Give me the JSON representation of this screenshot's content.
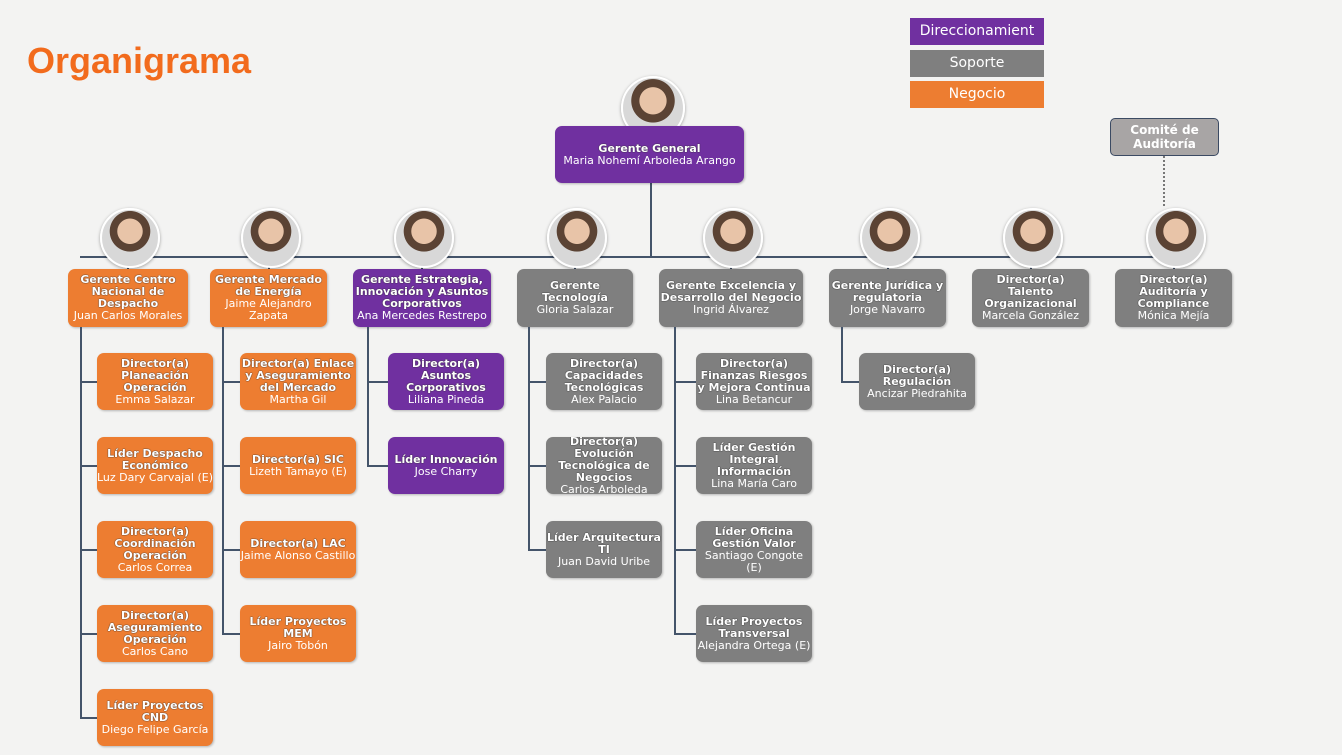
{
  "page_title": "Organigrama",
  "legend": [
    {
      "label": "Direccionamient",
      "color": "#7030a0"
    },
    {
      "label": "Soporte",
      "color": "#7f7f7f"
    },
    {
      "label": "Negocio",
      "color": "#ed7d31"
    }
  ],
  "ceo": {
    "title": "Gerente General",
    "name": "Maria Nohemí Arboleda Arango",
    "type": "p"
  },
  "committee": {
    "title": "Comité de Auditoría"
  },
  "managers": [
    {
      "title": "Gerente Centro Nacional de Despacho",
      "name": "Juan Carlos Morales",
      "type": "o",
      "children": [
        {
          "title": "Director(a) Planeación Operación",
          "name": "Emma Salazar"
        },
        {
          "title": "Líder Despacho Económico",
          "name": "Luz Dary Carvajal (E)"
        },
        {
          "title": "Director(a) Coordinación Operación",
          "name": "Carlos Correa"
        },
        {
          "title": "Director(a) Aseguramiento Operación",
          "name": "Carlos Cano"
        },
        {
          "title": "Líder Proyectos CND",
          "name": "Diego Felipe García"
        }
      ]
    },
    {
      "title": "Gerente Mercado de Energía",
      "name": "Jaime Alejandro Zapata",
      "type": "o",
      "children": [
        {
          "title": "Director(a) Enlace y Aseguramiento del Mercado",
          "name": "Martha Gil"
        },
        {
          "title": "Director(a) SIC",
          "name": "Lizeth Tamayo (E)"
        },
        {
          "title": "Director(a) LAC",
          "name": "Jaime Alonso Castillo"
        },
        {
          "title": "Líder Proyectos MEM",
          "name": "Jairo Tobón"
        }
      ]
    },
    {
      "title": "Gerente Estrategia, Innovación y Asuntos Corporativos",
      "name": "Ana Mercedes Restrepo",
      "type": "p",
      "children": [
        {
          "title": "Director(a) Asuntos Corporativos",
          "name": "Liliana Pineda"
        },
        {
          "title": "Líder Innovación",
          "name": "Jose Charry"
        }
      ]
    },
    {
      "title": "Gerente Tecnología",
      "name": "Gloria Salazar",
      "type": "g",
      "children": [
        {
          "title": "Director(a) Capacidades Tecnológicas",
          "name": "Alex Palacio"
        },
        {
          "title": "Director(a) Evolución Tecnológica de Negocios",
          "name": "Carlos Arboleda"
        },
        {
          "title": "Líder Arquitectura TI",
          "name": "Juan David Uribe"
        }
      ]
    },
    {
      "title": "Gerente Excelencia y Desarrollo del Negocio",
      "name": "Ingrid Álvarez",
      "type": "g",
      "children": [
        {
          "title": "Director(a) Finanzas Riesgos y Mejora Continua",
          "name": "Lina Betancur"
        },
        {
          "title": "Líder Gestión Integral Información",
          "name": "Lina María Caro"
        },
        {
          "title": "Líder Oficina Gestión Valor",
          "name": "Santiago Congote (E)"
        },
        {
          "title": "Líder Proyectos Transversal",
          "name": "Alejandra Ortega (E)"
        }
      ]
    },
    {
      "title": "Gerente Jurídica y regulatoria",
      "name": "Jorge Navarro",
      "type": "g",
      "children": [
        {
          "title": "Director(a) Regulación",
          "name": "Ancizar Piedrahita"
        }
      ]
    },
    {
      "title": "Director(a) Talento Organizacional",
      "name": "Marcela González",
      "type": "g",
      "children": []
    },
    {
      "title": "Director(a) Auditoría y Compliance",
      "name": "Mónica Mejía",
      "type": "g",
      "children": []
    }
  ]
}
